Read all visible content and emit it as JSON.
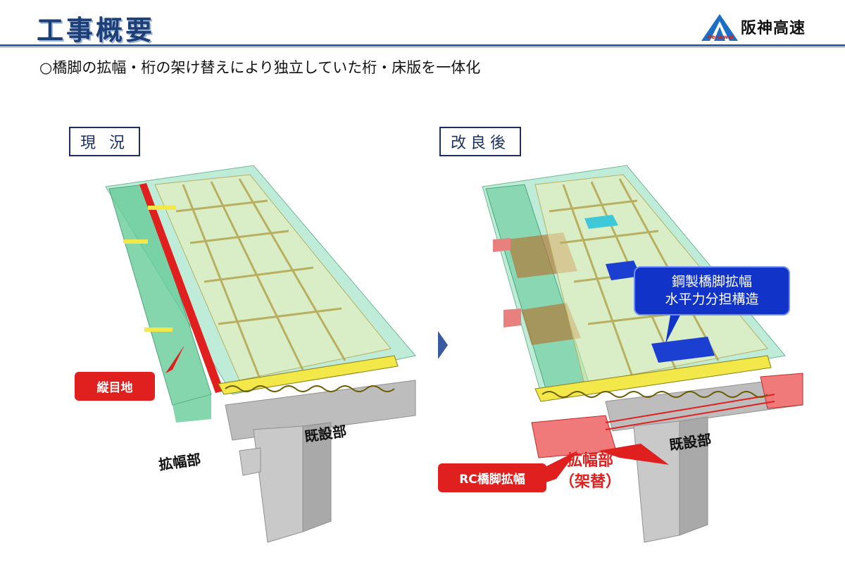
{
  "header": {
    "title": "工事概要",
    "subtitle": "○橋脚の拡幅・桁の架け替えにより独立していた桁・床版を一体化",
    "logo_text": "阪神高速",
    "logo_sub": "Renewal"
  },
  "left_panel": {
    "label": "現 況",
    "callout_joint": "縦目地",
    "label_widened": "拡幅部",
    "label_existing": "既設部"
  },
  "right_panel": {
    "label": "改良後",
    "callout_steel": "鋼製橋脚拡幅\n水平力分担構造",
    "callout_steel_line1": "鋼製橋脚拡幅",
    "callout_steel_line2": "水平力分担構造",
    "callout_rc": "RC橋脚拡幅",
    "label_widened": "拡幅部",
    "label_widened_sub": "（架替）",
    "label_existing": "既設部"
  },
  "colors": {
    "title": "#1d3f78",
    "rule": "#2f62b0",
    "deck_green": "#7fd6b0",
    "girder_yellow": "#e8e070",
    "joint_red": "#e01f1f",
    "pier_gray": "#c9c9c9",
    "steel_blue": "#1b3fd0"
  },
  "icons": [
    "arrow-right-icon",
    "logo-icon"
  ]
}
